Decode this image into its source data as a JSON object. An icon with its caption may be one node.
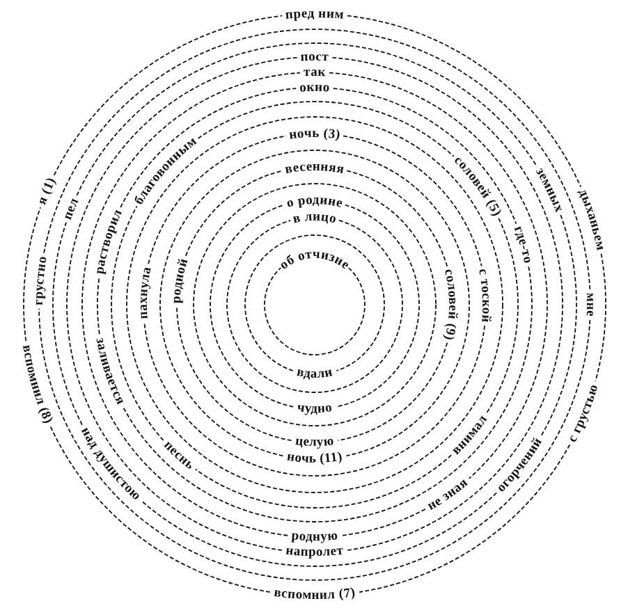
{
  "diagram": {
    "labels": [
      "пред ним",
      "пост",
      "так",
      "окно",
      "ночь (3)",
      "весенняя",
      "я (1)",
      "благовонным",
      "о родине",
      "соловей (5)",
      "земных",
      "дыханьем",
      "пел",
      "в лицо",
      "растворил",
      "где-то",
      "об отчизне",
      "грустно",
      "пахнула",
      "родной",
      "соловей (9)",
      "с тоской",
      "мне",
      "вдали",
      "чудно",
      "вспомнил (8)",
      "над душистою",
      "заливается",
      "песнь",
      "целую",
      "ночь (11)",
      "внимал",
      "не зная",
      "огорчений",
      "с грустью",
      "родную",
      "напролет",
      "вспомнил (7)"
    ]
  }
}
